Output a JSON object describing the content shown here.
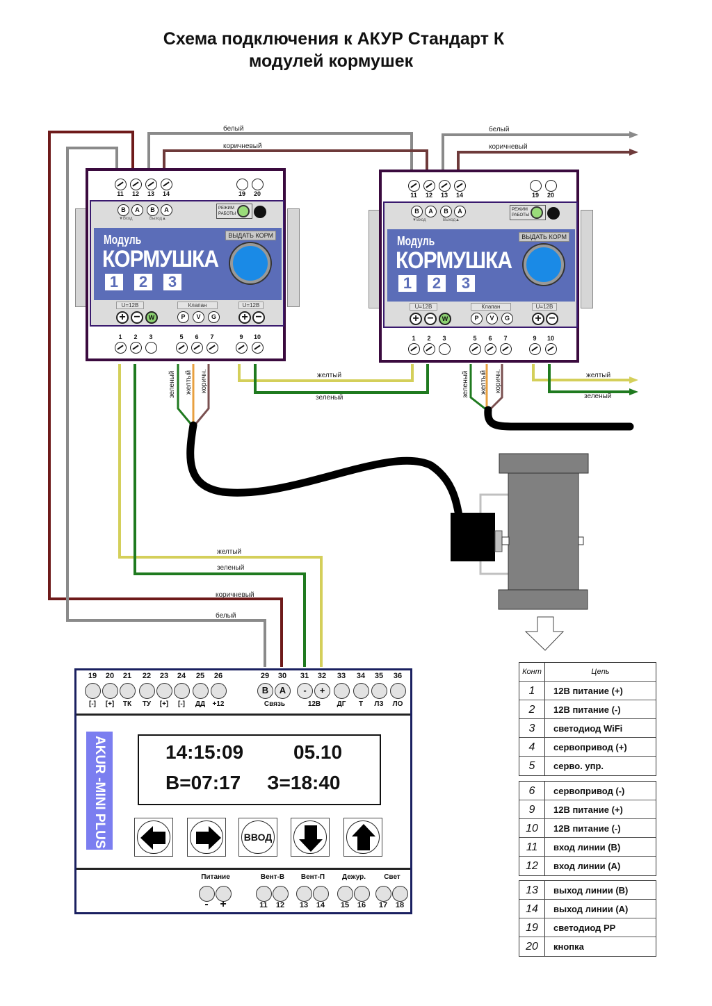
{
  "title": {
    "line1": "Схема подключения к АКУР Стандарт К",
    "line2": "модулей кормушек"
  },
  "wire_labels": {
    "white": "белый",
    "brown": "коричневый",
    "yellow": "желтый",
    "green": "зеленый",
    "brown_short": "коричн."
  },
  "colors": {
    "module_border": "#3a0a3e",
    "module_blue": "#5b6db8",
    "feed_button": "#1a8ae6",
    "led_green": "#9adc7a",
    "wire_white": "#8a8a8a",
    "wire_brown": "#6e3a3a",
    "wire_brown_dark": "#7a1010",
    "wire_yellow": "#d4cf5a",
    "wire_green": "#1f7a1f",
    "wire_orange": "#e8a040",
    "akur_brand": "#7b7ef0",
    "motor_gray": "#808080"
  },
  "feeder_module": {
    "name_small": "Модуль",
    "name_big": "КОРМУШКА",
    "digits": [
      "1",
      "2",
      "3"
    ],
    "feed_button_label": "ВЫДАТЬ КОРМ",
    "mode_label": "РЕЖИМ РАБОТЫ",
    "line_in_label": "▼Вход",
    "line_out_label": "Выход▲",
    "top_terminals": [
      "11",
      "12",
      "13",
      "14"
    ],
    "top_terminals_right": [
      "19",
      "20"
    ],
    "line_letters": [
      "B",
      "A",
      "B",
      "A"
    ],
    "u12_label": "U=12В",
    "valve_label": "Клапан",
    "left_signs": [
      "+",
      "−",
      "W"
    ],
    "valve_letters": [
      "P",
      "V",
      "G"
    ],
    "right_signs": [
      "+",
      "−"
    ],
    "bottom_terminals": [
      "1",
      "2",
      "3",
      "5",
      "6",
      "7",
      "9",
      "10"
    ]
  },
  "akur": {
    "brand": "AKUR -MINI PLUS",
    "top_terminals": [
      {
        "num": "19",
        "label": "[-]"
      },
      {
        "num": "20",
        "label": "[+]"
      },
      {
        "num": "21",
        "label": "ТК"
      },
      {
        "num": "22",
        "label": "ТУ"
      },
      {
        "num": "23",
        "label": "[+]"
      },
      {
        "num": "24",
        "label": "[-]"
      },
      {
        "num": "25",
        "label": "ДД"
      },
      {
        "num": "26",
        "label": "+12"
      },
      {
        "num": "29",
        "label": "",
        "glyph": "B"
      },
      {
        "num": "30",
        "label": "",
        "glyph": "A"
      },
      {
        "num": "31",
        "label": "",
        "glyph": "-"
      },
      {
        "num": "32",
        "label": "",
        "glyph": "+"
      },
      {
        "num": "33",
        "label": "ДГ"
      },
      {
        "num": "34",
        "label": "Т"
      },
      {
        "num": "35",
        "label": "ЛЗ"
      },
      {
        "num": "36",
        "label": "ЛО"
      }
    ],
    "group_labels": {
      "link": "Связь",
      "power12": "12В"
    },
    "lcd": {
      "time": "14:15:09",
      "date": "05.10",
      "sunrise": "В=07:17",
      "sunset": "З=18:40"
    },
    "keys": {
      "enter": "ВВОД"
    },
    "bottom_groups": [
      {
        "label": "Питание",
        "nums": [
          "-",
          "+"
        ]
      },
      {
        "label": "Вент-В",
        "nums": [
          "11",
          "12"
        ]
      },
      {
        "label": "Вент-П",
        "nums": [
          "13",
          "14"
        ]
      },
      {
        "label": "Дежур.",
        "nums": [
          "15",
          "16"
        ]
      },
      {
        "label": "Свет",
        "nums": [
          "17",
          "18"
        ]
      }
    ]
  },
  "pin_table": {
    "header": {
      "col1": "Конт",
      "col2": "Цепь"
    },
    "groups": [
      [
        {
          "pin": "1",
          "circuit": "12В питание (+)"
        },
        {
          "pin": "2",
          "circuit": "12В питание (-)"
        },
        {
          "pin": "3",
          "circuit": "светодиод WiFi"
        },
        {
          "pin": "4",
          "circuit": "сервопривод (+)"
        },
        {
          "pin": "5",
          "circuit": "серво. упр."
        }
      ],
      [
        {
          "pin": "6",
          "circuit": "сервопривод (-)"
        },
        {
          "pin": "9",
          "circuit": "12В питание (+)"
        },
        {
          "pin": "10",
          "circuit": "12В питание (-)"
        },
        {
          "pin": "11",
          "circuit": "вход линии (В)"
        },
        {
          "pin": "12",
          "circuit": "вход линии (А)"
        }
      ],
      [
        {
          "pin": "13",
          "circuit": "выход линии (В)"
        },
        {
          "pin": "14",
          "circuit": "выход линии (А)"
        },
        {
          "pin": "19",
          "circuit": "светодиод РР"
        },
        {
          "pin": "20",
          "circuit": "кнопка"
        }
      ]
    ]
  }
}
